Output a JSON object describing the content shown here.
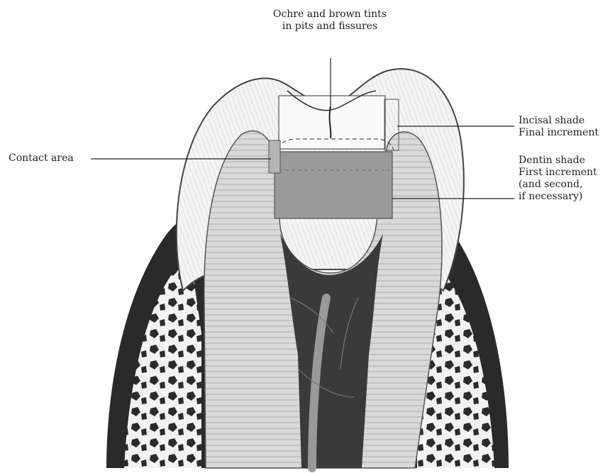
{
  "labels": {
    "top": [
      "Ochre and brown tints",
      "in pits and fissures"
    ],
    "incisal": [
      "Incisal shade",
      "Final increment"
    ],
    "dentin": [
      "Dentin shade",
      "First increment",
      "(and second,",
      "if necessary)"
    ],
    "contact": "Contact area"
  },
  "colors": {
    "ink": "#222222",
    "enamel": "#f6f6f6",
    "dentin_fill": "#d4d4d4",
    "bone_dark": "#2a2a2a",
    "pulp": "#3a3a3a",
    "restoration": "#9a9a9a"
  }
}
